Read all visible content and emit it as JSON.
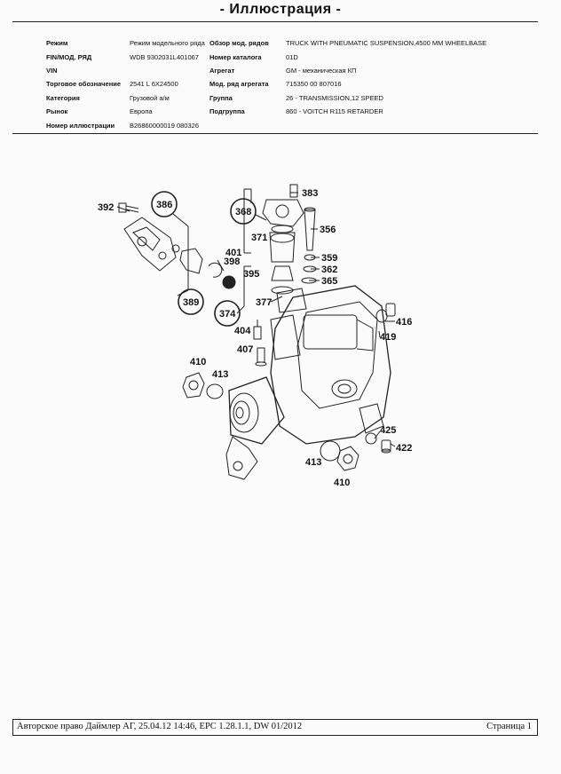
{
  "page_title": "- Иллюстрация -",
  "header": {
    "rows": [
      {
        "label1": "Режим",
        "value1": "Режим модельного ряда",
        "label2": "Обзор мод. рядов",
        "value2": "TRUCK WITH PNEUMATIC SUSPENSION,4500 MM WHEELBASE"
      },
      {
        "label1": "FIN/МОД. РЯД",
        "value1": "WDB  9302031L401067",
        "label2": "Номер каталога",
        "value2": "01D"
      },
      {
        "label1": "VIN",
        "value1": "",
        "label2": "Агрегат",
        "value2": "GM - механическая КП"
      },
      {
        "label1": "Торговое обозначение",
        "value1": "2541  L  6X24500",
        "label2": "Мод. ряд агрегата",
        "value2": "715350  00  807016"
      },
      {
        "label1": "Категория",
        "value1": "Грузовой а/м",
        "label2": "Группа",
        "value2": "26  -  TRANSMISSION,12  SPEED"
      },
      {
        "label1": "Рынок",
        "value1": "Европа",
        "label2": "Подгруппа",
        "value2": "860  -  VOITCH R115 RETARDER"
      },
      {
        "label1": "Номер  иллюстрации",
        "value1": "B26860000019 080326",
        "label2": "",
        "value2": ""
      }
    ]
  },
  "diagram": {
    "callouts": {
      "c392": "392",
      "c386": "386",
      "c401": "401",
      "c398": "398",
      "c395": "395",
      "c389": "389",
      "c368": "368",
      "c383": "383",
      "c371": "371",
      "c356": "356",
      "c359": "359",
      "c362": "362",
      "c365": "365",
      "c374": "374",
      "c377": "377",
      "c404": "404",
      "c407": "407",
      "c416": "416",
      "c419": "419",
      "c410a": "410",
      "c413a": "413",
      "c425": "425",
      "c422": "422",
      "c413b": "413",
      "c410b": "410"
    }
  },
  "footer": {
    "copyright": "Авторское право Даймлер АГ, 25.04.12 14:46, EPC 1.28.1.1, DW 01/2012",
    "page": "Страница 1"
  }
}
